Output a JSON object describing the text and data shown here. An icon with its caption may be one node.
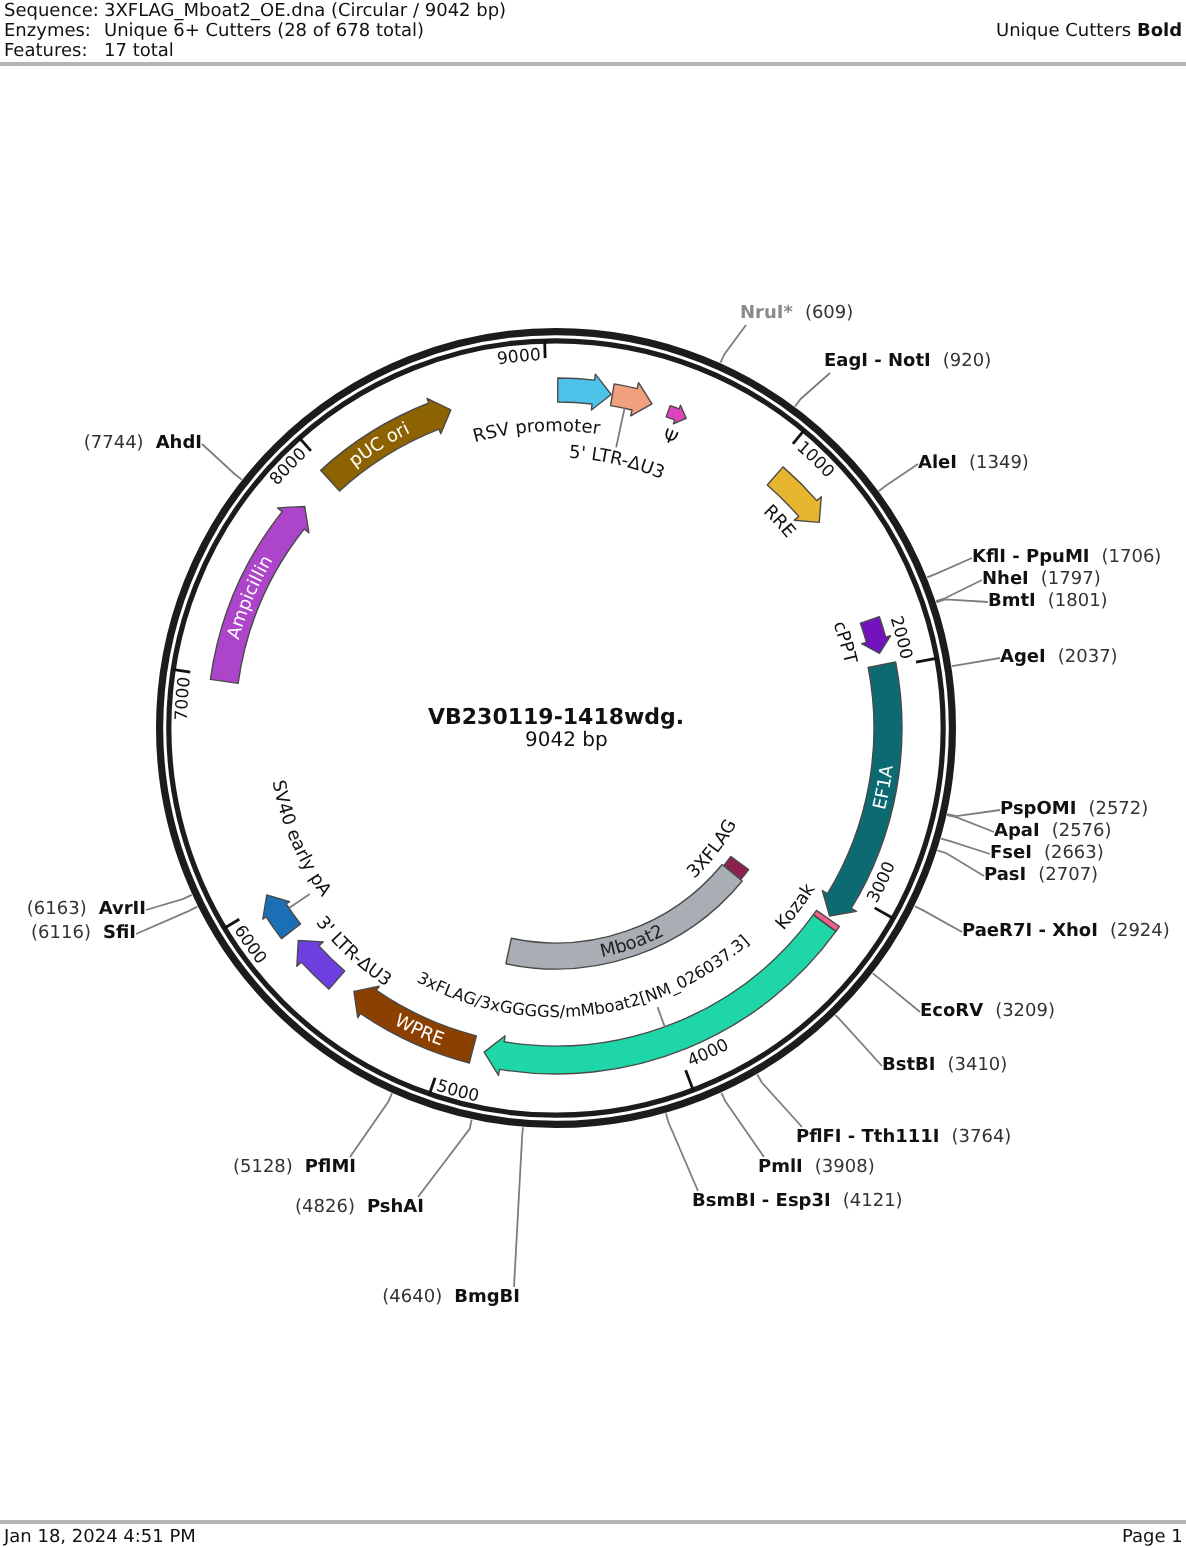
{
  "diagram": {
    "nodes": [
      {
        "text": [
          "NruI*",
          "(609)"
        ]
      },
      {
        "text": [
          "EagI - NotI",
          "(920)"
        ]
      },
      {
        "text": [
          "AleI",
          "(1349)"
        ]
      },
      {
        "text": [
          "KflI - PpuMI",
          "(1706)"
        ]
      },
      {
        "text": [
          "NheI",
          "(1797)"
        ]
      },
      {
        "text": [
          "BmtI",
          "(1801)"
        ]
      },
      {
        "text": [
          "AgeI",
          "(2037)"
        ]
      },
      {
        "text": [
          "PspOMI",
          "(2572)"
        ]
      },
      {
        "text": [
          "ApaI",
          "(2576)"
        ]
      },
      {
        "text": [
          "FseI",
          "(2663)"
        ]
      },
      {
        "text": [
          "PasI",
          "(2707)"
        ]
      },
      {
        "text": [
          "PaeR7I - XhoI",
          "(2924)"
        ]
      },
      {
        "text": [
          "EcoRV",
          "(3209)"
        ]
      },
      {
        "text": [
          "BstBI",
          "(3410)"
        ]
      },
      {
        "text": [
          "PflFI - Tth111I",
          "(3764)"
        ]
      },
      {
        "text": [
          "PmlI",
          "(3908)"
        ]
      },
      {
        "text": [
          "BsmBI - Esp3I",
          "(4121)"
        ]
      },
      {
        "text": [
          "(4640)",
          "BmgBI"
        ]
      },
      {
        "text": [
          "(4826)",
          "PshAI"
        ]
      },
      {
        "text": [
          "(5128)",
          "PflMI"
        ]
      },
      {
        "text": [
          "(6116)",
          "SfiI"
        ]
      },
      {
        "text": [
          "(6163)",
          "AvrII"
        ]
      },
      {
        "text": [
          "(7744)",
          "AhdI"
        ]
      },
      {
        "text": [],
        "shape": "arrow",
        "beside": [
          "RSV promoter"
        ]
      },
      {
        "text": [],
        "shape": "arrow"
      },
      {
        "text": [
          "5' LTR-ΔU3"
        ]
      },
      {
        "text": [],
        "shape": "arrow",
        "beside": [
          "Ψ"
        ]
      },
      {
        "text": [],
        "shape": "arrow",
        "beside": [
          "RRE"
        ]
      },
      {
        "text": [],
        "shape": "arrow",
        "beside": [
          "cPPT"
        ]
      },
      {
        "text": [
          "EF1A"
        ]
      },
      {
        "text": [],
        "shape": "bar",
        "beside": [
          "Kozak"
        ]
      },
      {
        "text": [],
        "shape": "arrow"
      },
      {
        "text": [
          "3xFLAG/3xGGGGS/mMboat2[NM_026037.3]"
        ]
      },
      {
        "text": [],
        "shape": "box",
        "beside": [
          "3XFLAG"
        ]
      },
      {
        "text": [
          "Mboat2"
        ]
      },
      {
        "text": [
          "WPRE"
        ]
      },
      {
        "text": [],
        "shape": "arrow",
        "beside": [
          "3' LTR-ΔU3"
        ]
      },
      {
        "text": [],
        "shape": "arrow"
      },
      {
        "text": [
          "SV40 early pA"
        ]
      },
      {
        "text": [
          "Ampicillin"
        ]
      },
      {
        "text": [
          "pUC ori"
        ]
      }
    ],
    "edges": [
      {
        "from": 0,
        "to": null,
        "arrow": "none"
      },
      {
        "from": 1,
        "to": null,
        "arrow": "none"
      },
      {
        "from": 2,
        "to": null,
        "arrow": "none"
      },
      {
        "from": 3,
        "to": null,
        "arrow": "none"
      },
      {
        "from": 4,
        "to": null,
        "arrow": "none"
      },
      {
        "from": 5,
        "to": null,
        "arrow": "none"
      },
      {
        "from": 6,
        "to": null,
        "arrow": "none"
      },
      {
        "from": 7,
        "to": null,
        "arrow": "none"
      },
      {
        "from": 8,
        "to": null,
        "arrow": "none"
      },
      {
        "from": 9,
        "to": null,
        "arrow": "none"
      },
      {
        "from": 10,
        "to": null,
        "arrow": "none"
      },
      {
        "from": 11,
        "to": null,
        "arrow": "none"
      },
      {
        "from": 12,
        "to": null,
        "arrow": "none"
      },
      {
        "from": 13,
        "to": null,
        "arrow": "none"
      },
      {
        "from": 14,
        "to": null,
        "arrow": "none"
      },
      {
        "from": 15,
        "to": null,
        "arrow": "none"
      },
      {
        "from": 16,
        "to": null,
        "arrow": "none"
      },
      {
        "from": 17,
        "to": null,
        "arrow": "none"
      },
      {
        "from": 18,
        "to": null,
        "arrow": "none"
      },
      {
        "from": 19,
        "to": null,
        "arrow": "none"
      },
      {
        "from": 20,
        "to": null,
        "arrow": "none"
      },
      {
        "from": 21,
        "to": null,
        "arrow": "none"
      },
      {
        "from": 22,
        "to": null,
        "arrow": "none"
      },
      {
        "from": 25,
        "to": 24,
        "arrow": "none"
      },
      {
        "from": 32,
        "to": 31,
        "arrow": "none"
      },
      {
        "from": 38,
        "to": 37,
        "arrow": "none"
      }
    ],
    "labels": [
      "Sequence:",
      "3XFLAG_Mboat2_OE.dna (Circular / 9042 bp)",
      "Enzymes:",
      "Unique 6+ Cutters (28 of 678 total)",
      "Features:",
      "17 total",
      "Unique Cutters **Bold**",
      "VB230119-1418wdg.",
      "9042 bp",
      "1000",
      "2000",
      "3000",
      "4000",
      "5000",
      "6000",
      "7000",
      "8000",
      "9000",
      "Jan 18, 2024 4:51 PM",
      "Page 1"
    ]
  }
}
